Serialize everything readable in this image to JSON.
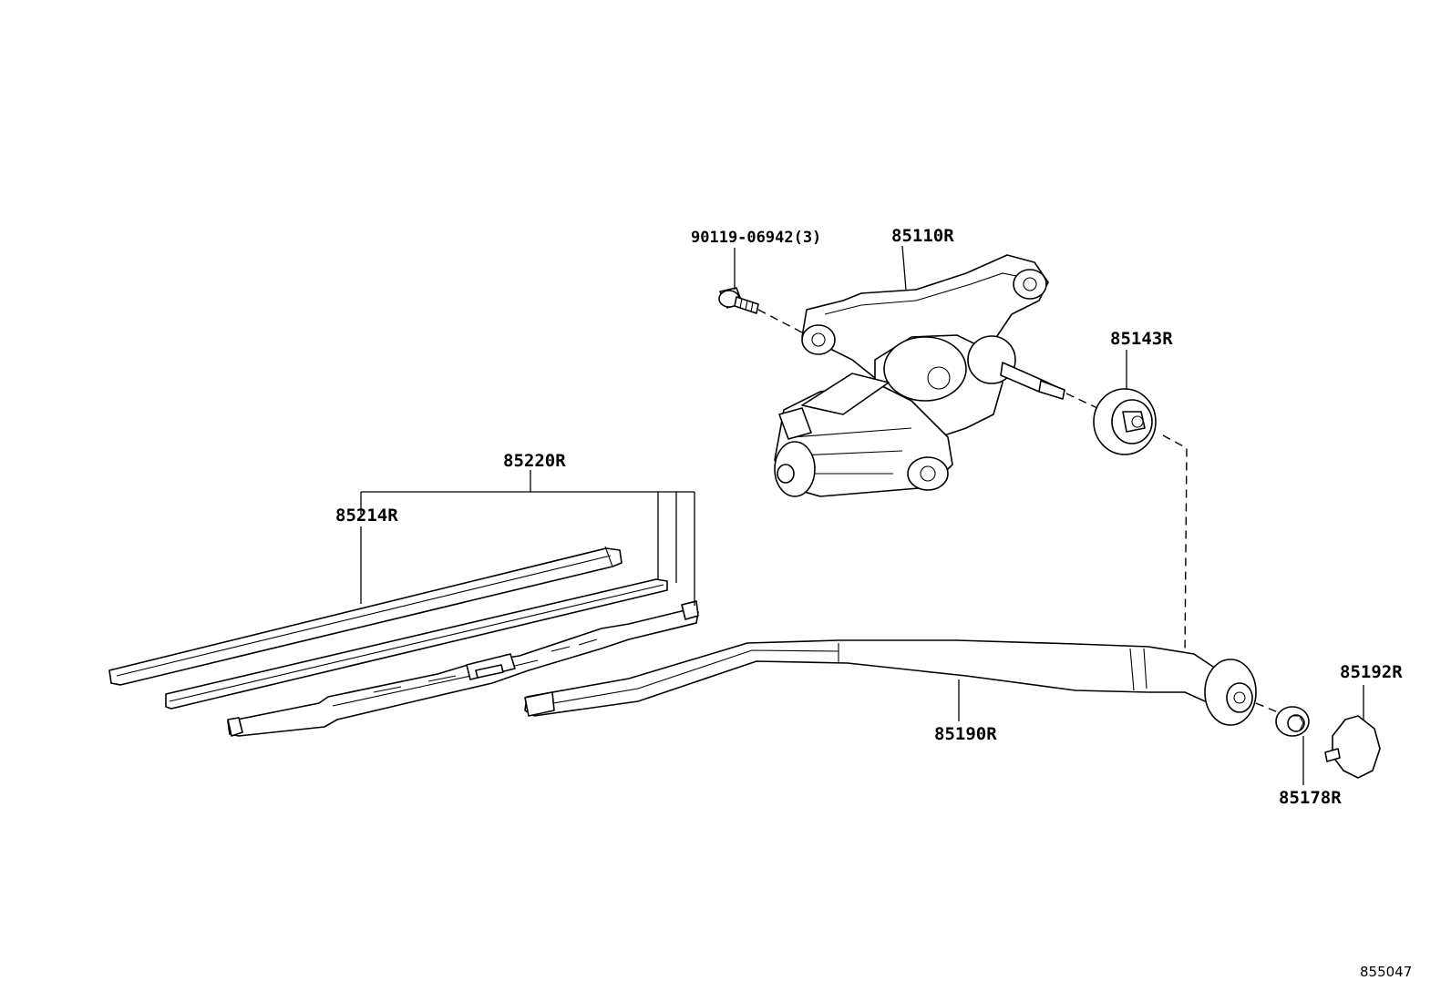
{
  "parts": {
    "bolt": "90119-06942(3)",
    "motor": "85110R",
    "nut_cap": "85143R",
    "blade_assy": "85220R",
    "blade_insert": "85214R",
    "arm": "85190R",
    "arm_nut": "85178R",
    "arm_cover": "85192R"
  },
  "reference_number": "855047"
}
